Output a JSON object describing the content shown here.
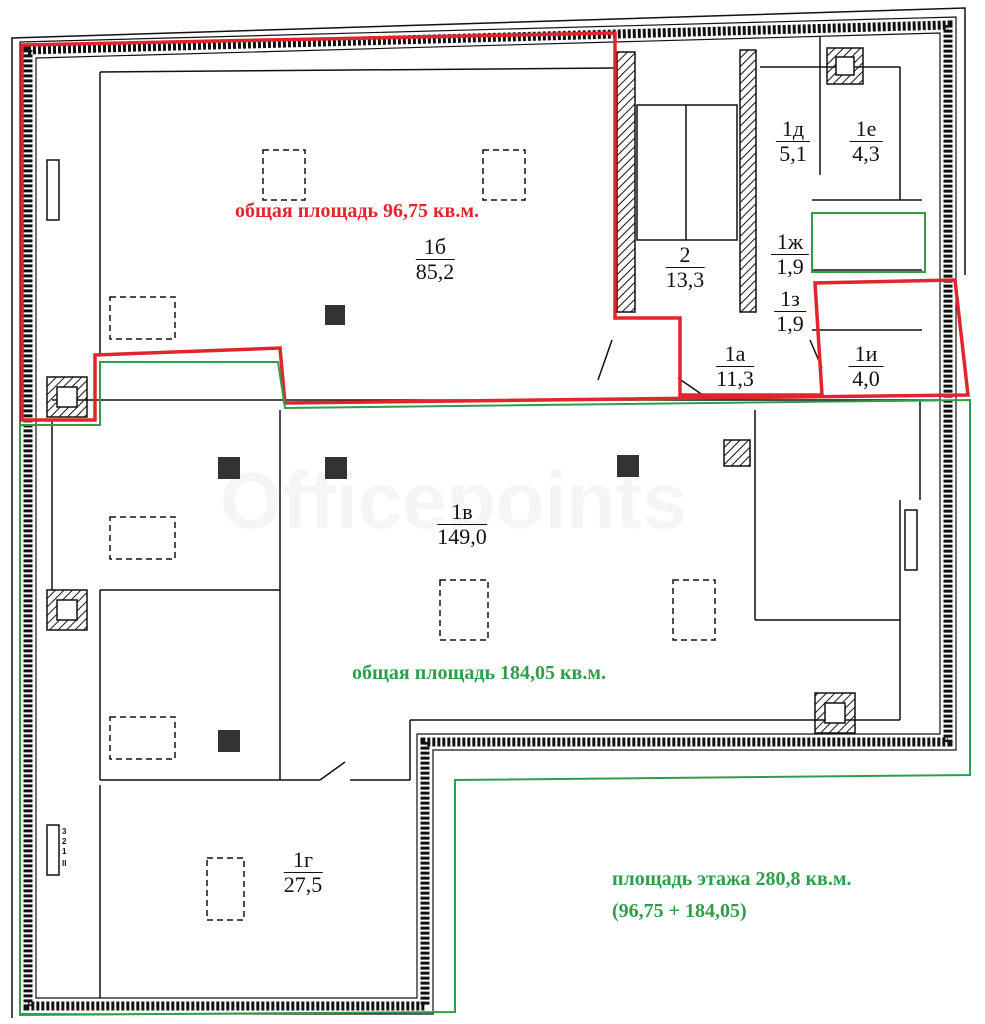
{
  "watermark": "Officepoints",
  "rooms": [
    {
      "id": "1б",
      "area": "85,2"
    },
    {
      "id": "2",
      "area": "13,3"
    },
    {
      "id": "1д",
      "area": "5,1"
    },
    {
      "id": "1е",
      "area": "4,3"
    },
    {
      "id": "1ж",
      "area": "1,9"
    },
    {
      "id": "1з",
      "area": "1,9"
    },
    {
      "id": "1а",
      "area": "11,3"
    },
    {
      "id": "1и",
      "area": "4,0"
    },
    {
      "id": "1в",
      "area": "149,0"
    },
    {
      "id": "1г",
      "area": "27,5"
    }
  ],
  "annotations": {
    "red_zone": "общая площадь 96,75 кв.м.",
    "green_zone": "общая площадь 184,05 кв.м.",
    "floor_total": "площадь этажа 280,8 кв.м.",
    "floor_sum": "(96,75 + 184,05)"
  },
  "stair_marks": [
    "3",
    "2",
    "1",
    "II"
  ],
  "colors": {
    "red": "#e0262c",
    "green": "#2e9e4a",
    "wall": "#111111"
  }
}
